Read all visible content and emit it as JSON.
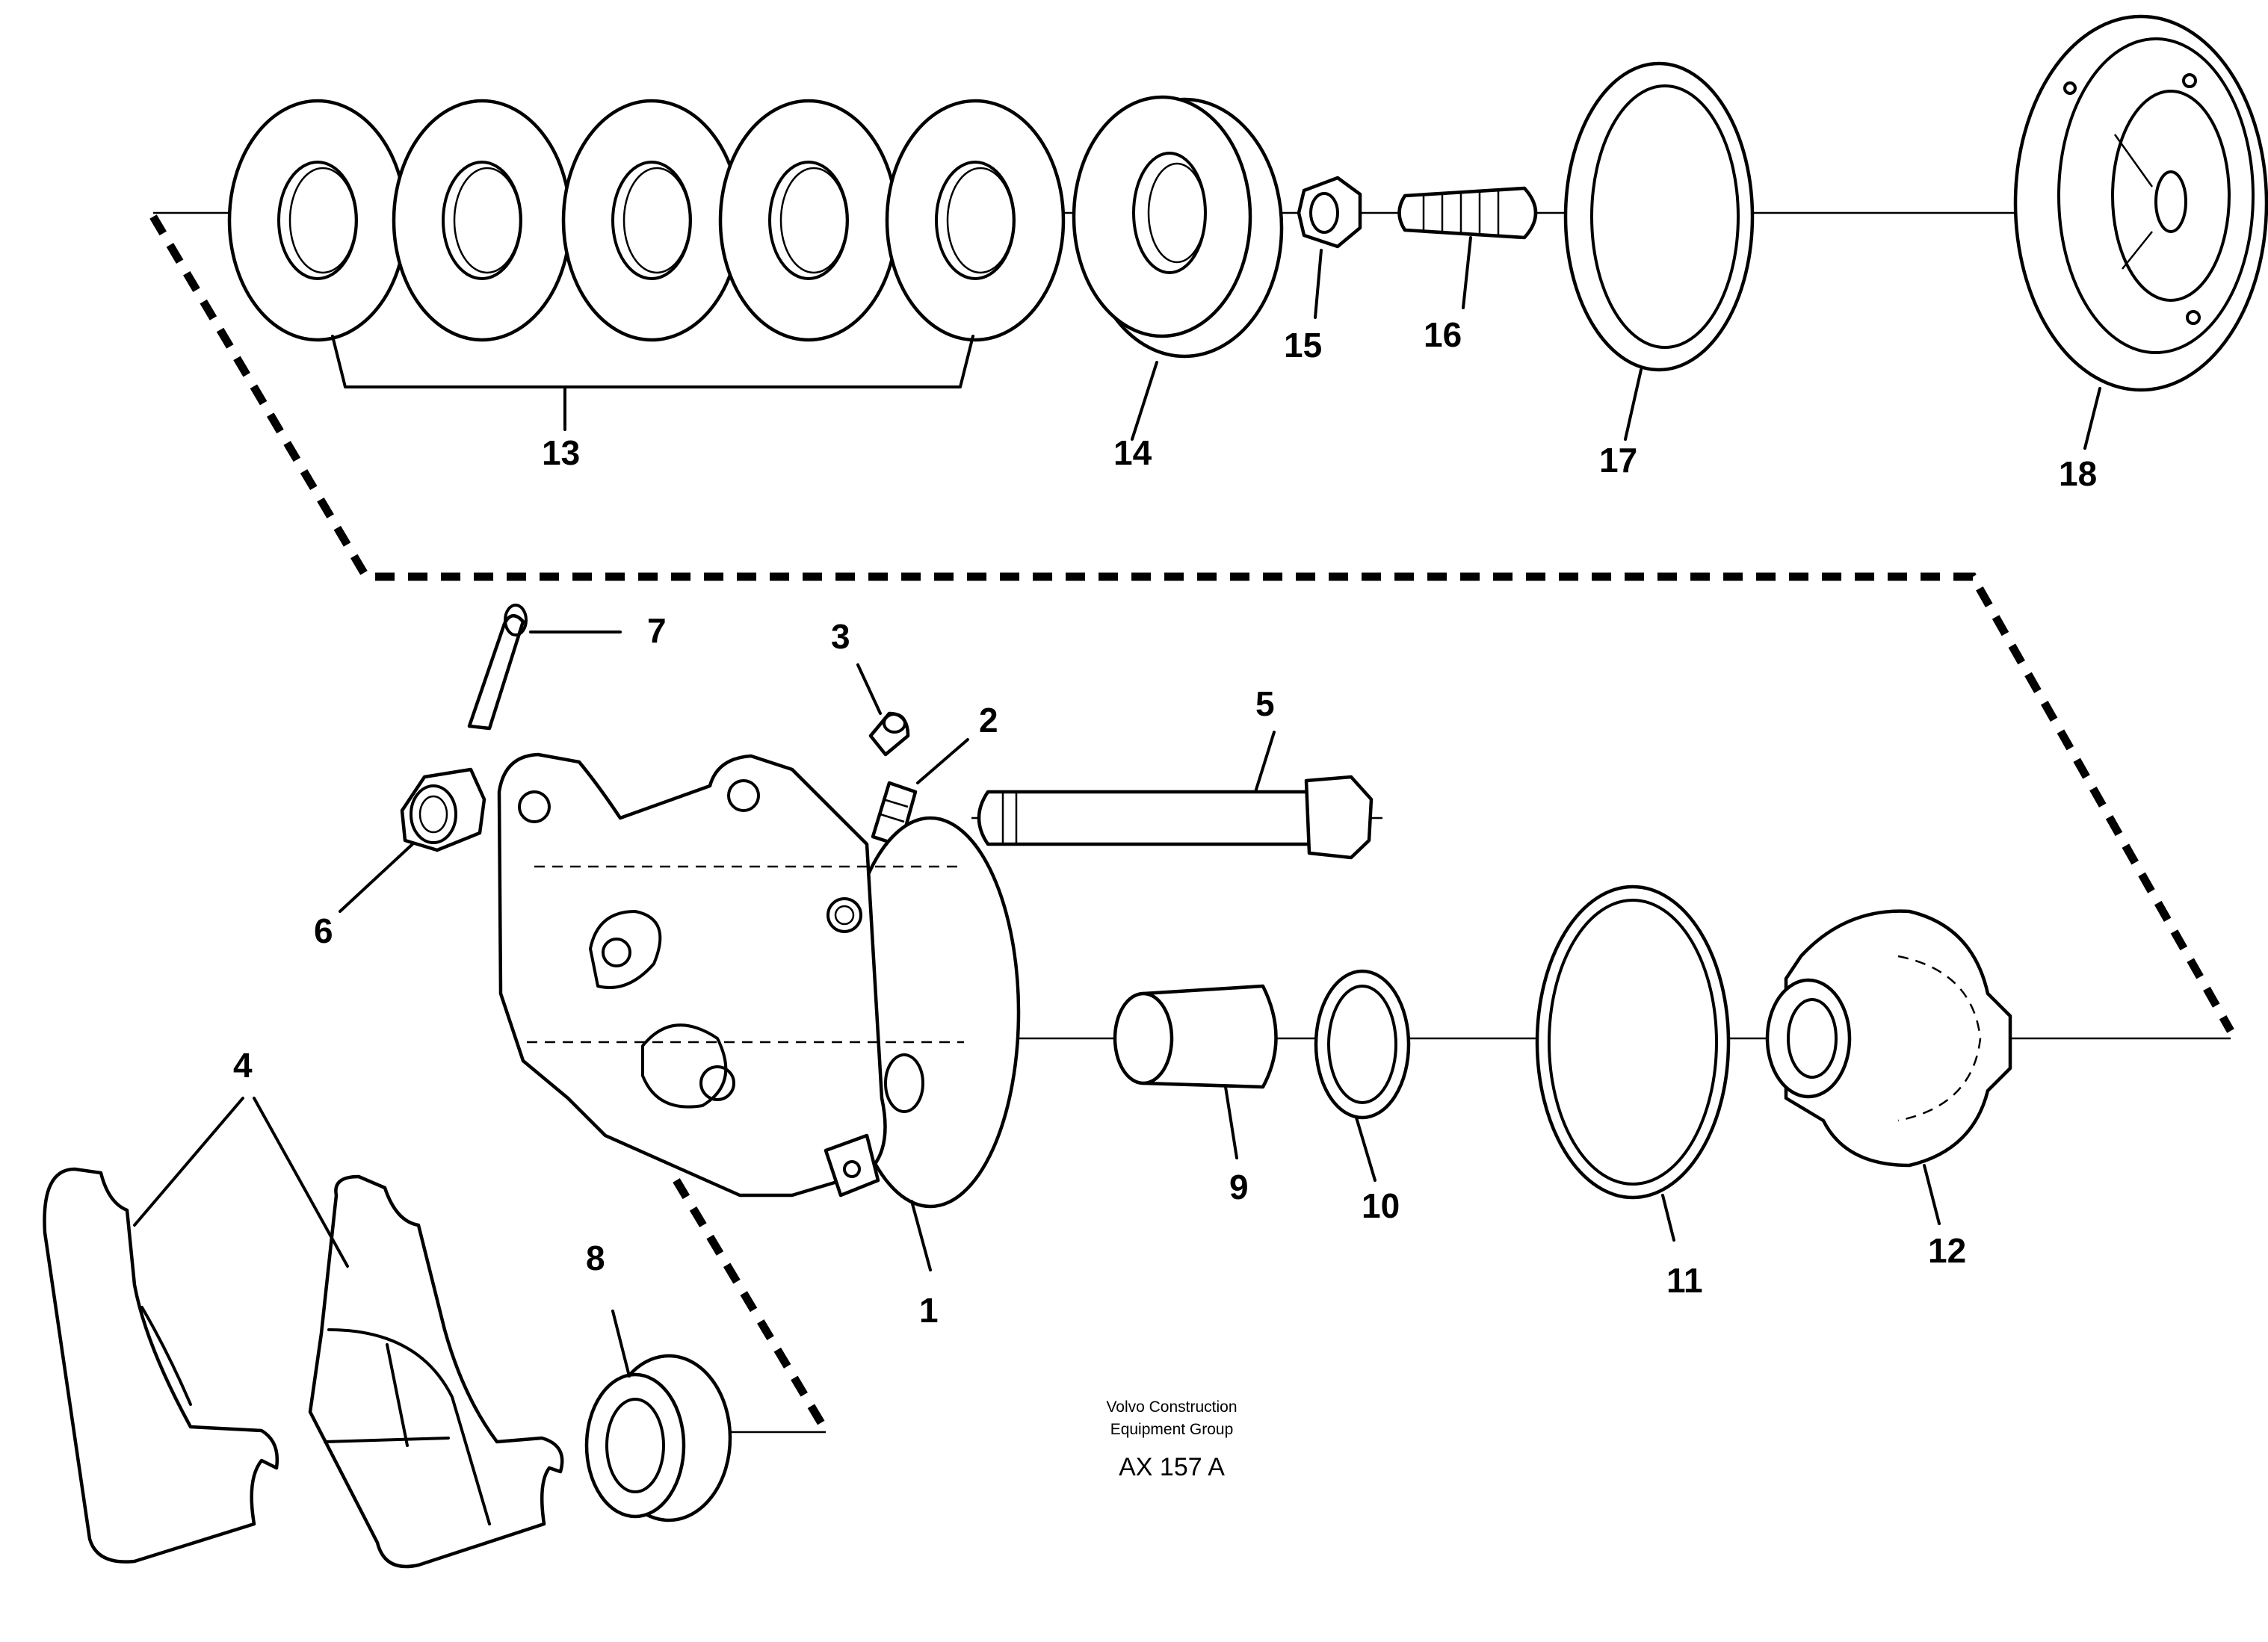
{
  "callouts": [
    "1",
    "2",
    "3",
    "4",
    "5",
    "6",
    "7",
    "8",
    "9",
    "10",
    "11",
    "12",
    "13",
    "14",
    "15",
    "16",
    "17",
    "18"
  ],
  "footer": {
    "company_line1": "Volvo Construction",
    "company_line2": "Equipment Group",
    "drawing_code": "AX 157 A"
  }
}
